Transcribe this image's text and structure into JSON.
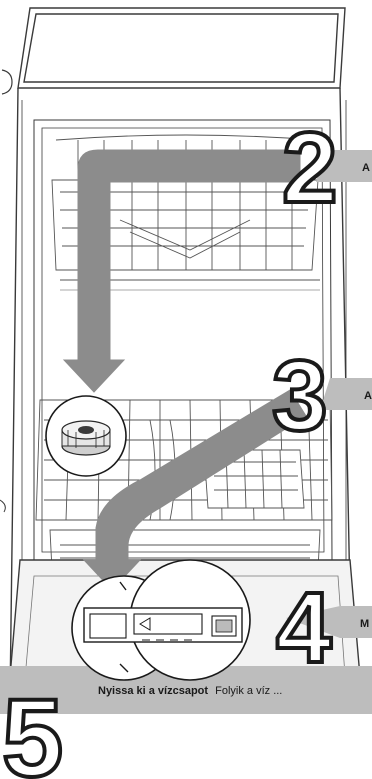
{
  "steps": [
    {
      "number": "2",
      "label": "A"
    },
    {
      "number": "3",
      "label": "A"
    },
    {
      "number": "4",
      "label": "M"
    },
    {
      "number": "5",
      "label_bold": "Nyissa ki a vízcsapot",
      "label_rest": "Folyik a víz ..."
    }
  ],
  "colors": {
    "outline": "#3a3a3a",
    "arrow": "#8c8c8c",
    "banner": "#bdbdbd",
    "door": "#f3f3f3"
  }
}
